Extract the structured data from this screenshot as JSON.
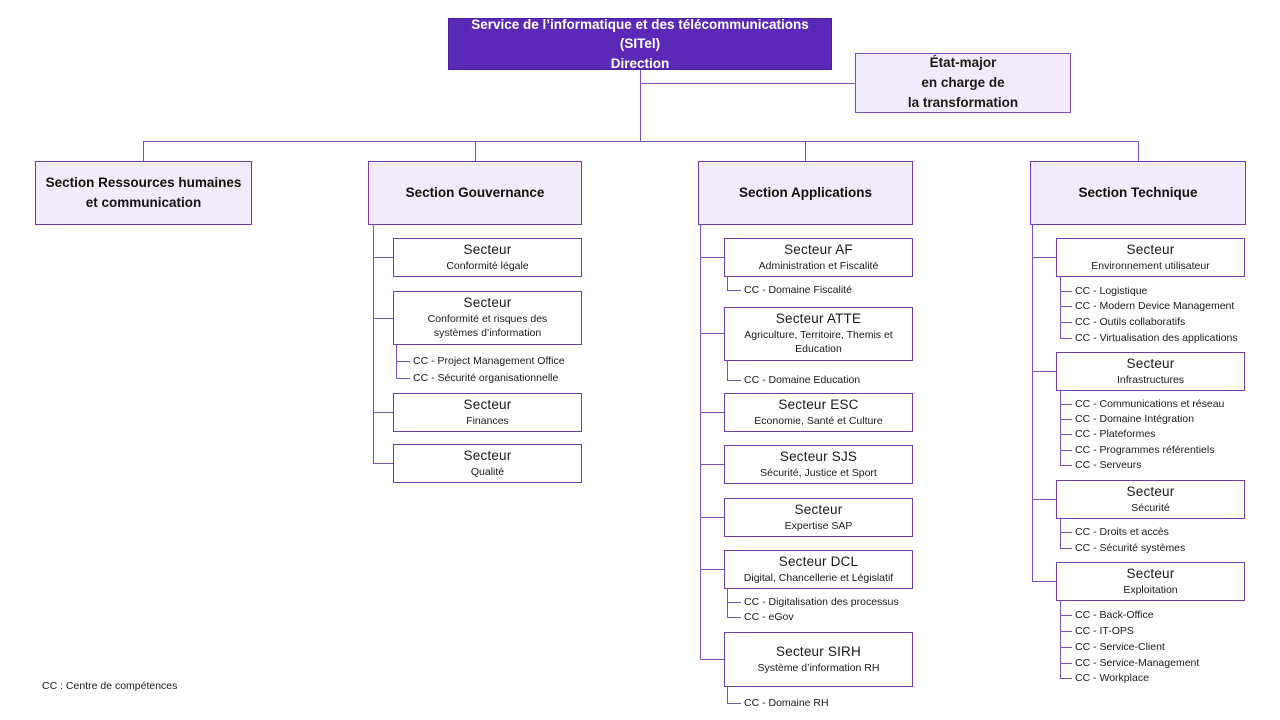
{
  "colors": {
    "root_fill": "#5A29B8",
    "root_text": "#FFFFFF",
    "box_fill": "#F2EBFC",
    "border": "#6B3FB0",
    "connector": "#7A4FC0",
    "secteur_fill": "#FFFFFF",
    "text": "#1A1A1A"
  },
  "root": {
    "line1": "Service de l’informatique et des télécommunications (SITel)",
    "line2": "Direction"
  },
  "staff": {
    "line1": "État-major",
    "line2": "en charge de",
    "line3": "la transformation"
  },
  "legend": "CC : Centre de compétences",
  "sections": [
    {
      "id": "rh",
      "title_line1": "Section Ressources humaines",
      "title_line2": "et communication",
      "secteurs": []
    },
    {
      "id": "gouvernance",
      "title_line1": "Section Gouvernance",
      "title_line2": "",
      "secteurs": [
        {
          "t1": "Secteur",
          "t2": "Conformité légale",
          "t3": "",
          "cc": []
        },
        {
          "t1": "Secteur",
          "t2": "Conformité et risques des",
          "t3": "systèmes d’information",
          "cc": [
            "CC - Project Management Office",
            "CC - Sécurité organisationnelle"
          ]
        },
        {
          "t1": "Secteur",
          "t2": "Finances",
          "t3": "",
          "cc": []
        },
        {
          "t1": "Secteur",
          "t2": "Qualité",
          "t3": "",
          "cc": []
        }
      ]
    },
    {
      "id": "applications",
      "title_line1": "Section Applications",
      "title_line2": "",
      "secteurs": [
        {
          "t1": "Secteur AF",
          "t2": "Administration et Fiscalité",
          "t3": "",
          "cc": [
            "CC - Domaine Fiscalité"
          ]
        },
        {
          "t1": "Secteur ATTE",
          "t2": "Agriculture, Territoire, Themis et",
          "t3": "Education",
          "cc": [
            "CC - Domaine Education"
          ]
        },
        {
          "t1": "Secteur ESC",
          "t2": "Economie, Santé et Culture",
          "t3": "",
          "cc": []
        },
        {
          "t1": "Secteur SJS",
          "t2": "Sécurité, Justice et Sport",
          "t3": "",
          "cc": []
        },
        {
          "t1": "Secteur",
          "t2": "Expertise SAP",
          "t3": "",
          "cc": []
        },
        {
          "t1": "Secteur DCL",
          "t2": "Digital, Chancellerie et Législatif",
          "t3": "",
          "cc": [
            "CC - Digitalisation des processus",
            "CC - eGov"
          ]
        },
        {
          "t1": "Secteur SIRH",
          "t2": "Système d’information RH",
          "t3": "",
          "cc": [
            "CC - Domaine RH"
          ]
        }
      ]
    },
    {
      "id": "technique",
      "title_line1": "Section Technique",
      "title_line2": "",
      "secteurs": [
        {
          "t1": "Secteur",
          "t2": "Environnement utilisateur",
          "t3": "",
          "cc": [
            "CC - Logistique",
            "CC - Modern Device Management",
            "CC - Outils collaboratifs",
            "CC - Virtualisation des applications"
          ]
        },
        {
          "t1": "Secteur",
          "t2": "Infrastructures",
          "t3": "",
          "cc": [
            "CC - Communications et réseau",
            "CC - Domaine Intégration",
            "CC - Plateformes",
            "CC - Programmes référentiels",
            "CC - Serveurs"
          ]
        },
        {
          "t1": "Secteur",
          "t2": "Sécurité",
          "t3": "",
          "cc": [
            "CC - Droits et accès",
            "CC - Sécurité systèmes"
          ]
        },
        {
          "t1": "Secteur",
          "t2": "Exploitation",
          "t3": "",
          "cc": [
            "CC - Back-Office",
            "CC - IT-OPS",
            "CC - Service-Client",
            "CC - Service-Management",
            "CC - Workplace"
          ]
        }
      ]
    }
  ]
}
